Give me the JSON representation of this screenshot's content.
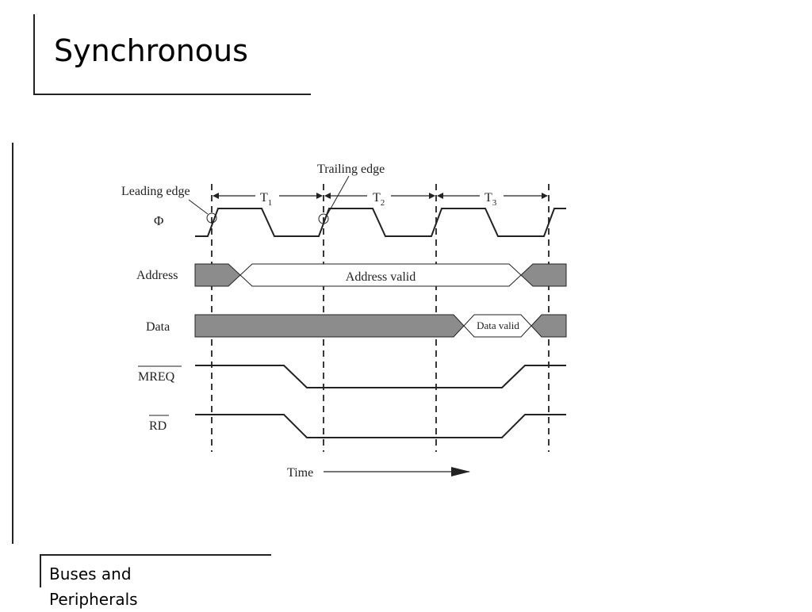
{
  "slide": {
    "title": "Synchronous",
    "footer_line1": "Buses and",
    "footer_line2": "Peripherals"
  },
  "diagram": {
    "leading_edge_label": "Leading edge",
    "trailing_edge_label": "Trailing edge",
    "periods": [
      {
        "label": "T",
        "sub": "1"
      },
      {
        "label": "T",
        "sub": "2"
      },
      {
        "label": "T",
        "sub": "3"
      }
    ],
    "signals": {
      "clock": "Φ",
      "address": "Address",
      "data": "Data",
      "mreq": "MREQ",
      "rd": "RD"
    },
    "address_valid": "Address valid",
    "data_valid": "Data valid",
    "time_label": "Time",
    "colors": {
      "shaded": "#8c8c8c",
      "line": "#222222"
    }
  }
}
